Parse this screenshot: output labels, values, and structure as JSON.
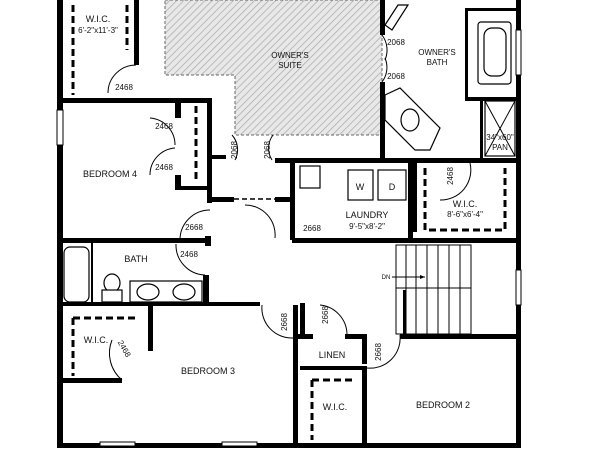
{
  "rooms": {
    "wic_owner": {
      "name": "W.I.C.",
      "size": "6'-2\"x11'-3\""
    },
    "owners_suite": {
      "line1": "OWNER'S",
      "line2": "SUITE"
    },
    "owners_bath": {
      "line1": "OWNER'S",
      "line2": "BATH"
    },
    "shower": {
      "line1": "34\"x60\"",
      "line2": "PAN"
    },
    "bedroom4": {
      "name": "BEDROOM 4"
    },
    "wic_bath": {
      "name": "W.I.C.",
      "size": "8'-6\"x6'-4\""
    },
    "laundry": {
      "name": "LAUNDRY",
      "size": "9'-5\"x8'-2\""
    },
    "washer": "W",
    "dryer": "D",
    "bath": {
      "name": "BATH"
    },
    "stairs": {
      "label": "DN"
    },
    "wic_bed3": {
      "name": "W.I.C."
    },
    "bedroom3": {
      "name": "BEDROOM 3"
    },
    "linen": {
      "name": "LINEN"
    },
    "wic_bed2": {
      "name": "W.I.C."
    },
    "bedroom2": {
      "name": "BEDROOM 2"
    }
  },
  "doors": [
    "2468",
    "2468",
    "2468",
    "2068",
    "2068",
    "2068",
    "2068",
    "2468",
    "2668",
    "2668",
    "2468",
    "2468",
    "2668",
    "2668",
    "2668"
  ],
  "colors": {
    "walls": "#000000",
    "hatch": "#bdbdbd"
  }
}
